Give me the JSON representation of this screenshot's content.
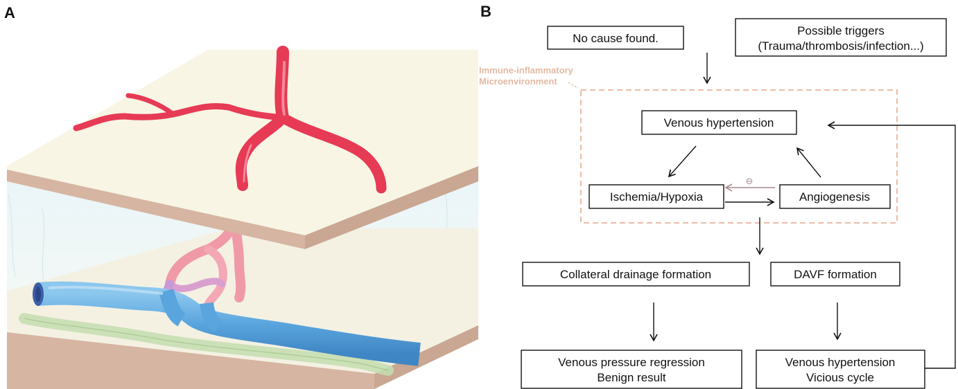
{
  "panel_labels": {
    "a": "A",
    "b": "B"
  },
  "environment_label": {
    "line1": "Immune-inflammatory",
    "line2": "Microenvironment"
  },
  "nodes": {
    "no_cause": "No cause found.",
    "triggers_line1": "Possible triggers",
    "triggers_line2": "(Trauma/thrombosis/infection...)",
    "venous_hypertension": "Venous hypertension",
    "ischemia": "Ischemia/Hypoxia",
    "angiogenesis": "Angiogenesis",
    "collateral": "Collateral drainage formation",
    "davf": "DAVF formation",
    "regression_line1": "Venous pressure regression",
    "regression_line2": "Benign result",
    "vicious_line1": "Venous hypertension",
    "vicious_line2": "Vicious cycle"
  },
  "inhibition_symbol": "⊖",
  "colors": {
    "artery": "#e63a55",
    "vein": "#5aa5de",
    "lymph": "#c4ddb0",
    "slab_top": "#f8f5e4",
    "slab_side": "#d6b5a2",
    "env_border": "#e8b49a",
    "inhibit": "#a68a8e"
  }
}
